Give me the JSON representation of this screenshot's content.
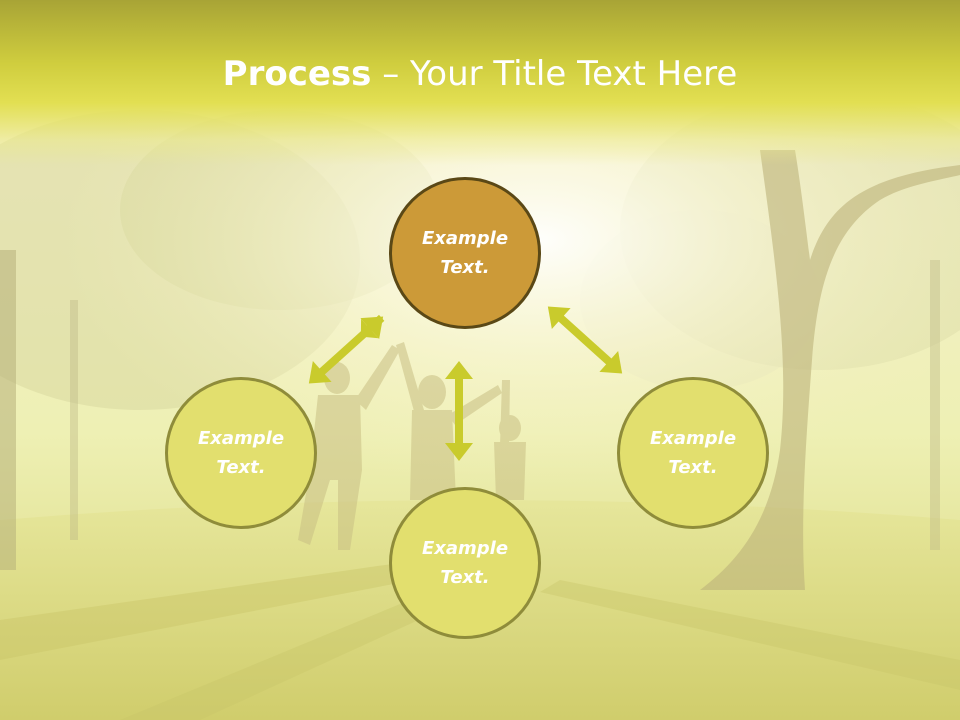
{
  "title": {
    "bold": "Process",
    "separator": " – ",
    "rest": "Your Title Text Here"
  },
  "circles": {
    "top": {
      "line1": "Example",
      "line2": "Text."
    },
    "left": {
      "line1": "Example",
      "line2": "Text."
    },
    "right": {
      "line1": "Example",
      "line2": "Text."
    },
    "bottom": {
      "line1": "Example",
      "line2": "Text."
    }
  },
  "colors": {
    "title_band": "#cfcd3e",
    "main_circle_fill": "#cc9a38",
    "main_circle_border": "#5a4816",
    "sub_circle_fill": "#e2df6e",
    "sub_circle_border": "#8f8c3a",
    "arrow": "#c9cb2c",
    "text": "#ffffff"
  }
}
